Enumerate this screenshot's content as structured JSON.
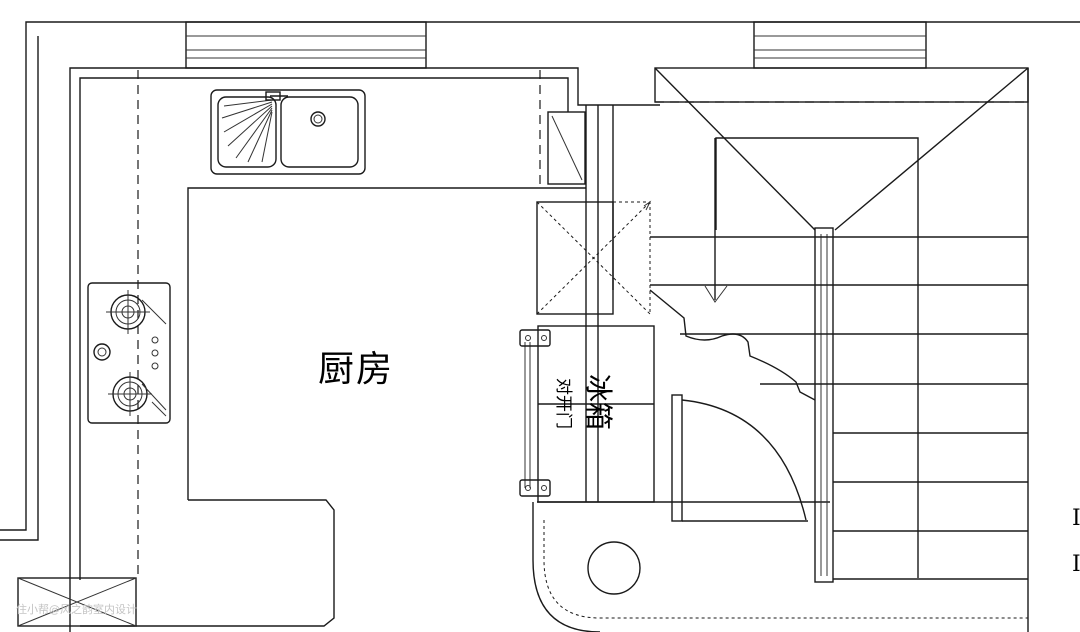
{
  "labels": {
    "room": "厨房",
    "fridge": "冰箱",
    "fridge_door": "对开门",
    "watermark": "住小帮@风之韵室内设计",
    "edge_marks": [
      "I",
      "I"
    ]
  }
}
